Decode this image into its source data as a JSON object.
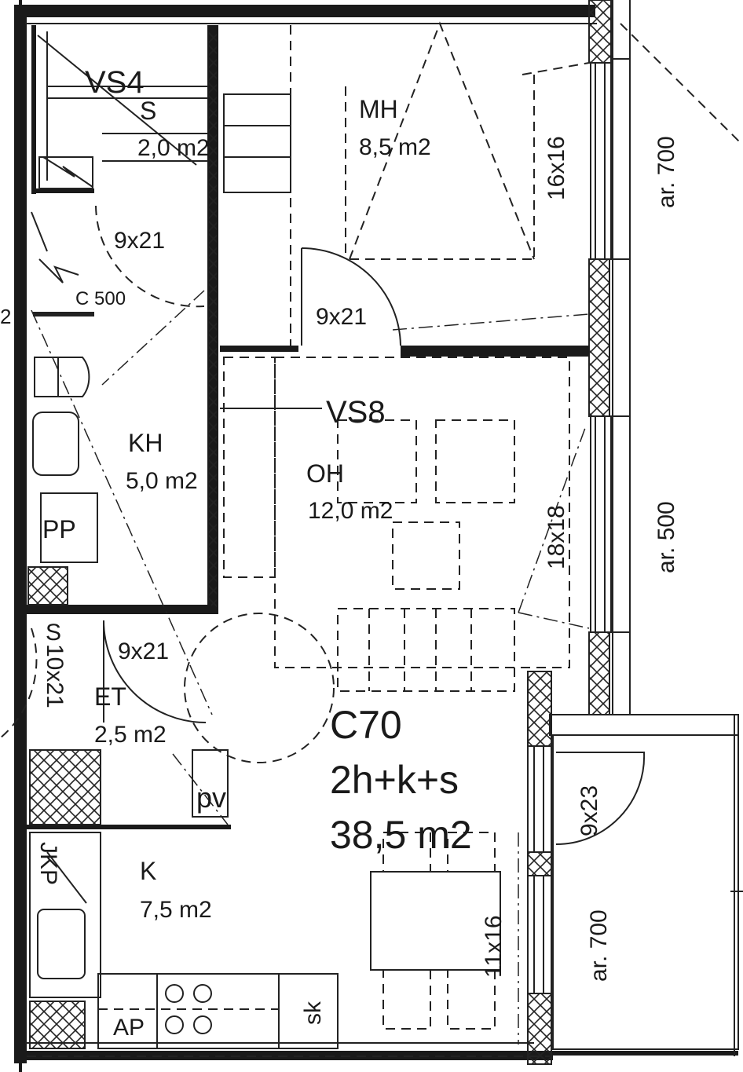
{
  "rooms": {
    "s": {
      "code": "S",
      "area": "2,0 m2"
    },
    "mh": {
      "code": "MH",
      "area": "8,5 m2"
    },
    "kh": {
      "code": "KH",
      "area": "5,0 m2"
    },
    "oh": {
      "code": "OH",
      "area": "12,0 m2"
    },
    "et": {
      "code": "ET",
      "area": "2,5 m2"
    },
    "k": {
      "code": "K",
      "area": "7,5 m2"
    }
  },
  "apartment": {
    "id": "C70",
    "type": "2h+k+s",
    "area": "38,5 m2"
  },
  "tags": {
    "vs4": "VS4",
    "vs8": "VS8",
    "pp": "PP",
    "pv": "pv",
    "jkp": "JKP",
    "ap": "AP",
    "sk": "sk",
    "s_et": "S",
    "c500": "C 500",
    "mark_left": "2"
  },
  "doors": {
    "kh": "9x21",
    "mh": "9x21",
    "et": "9x21",
    "entry": "10x21",
    "balcony": "9x23"
  },
  "windows": {
    "mh": "16x16",
    "oh": "18x18",
    "k": "11x16"
  },
  "facade": {
    "top": "ar. 700",
    "mid": "ar. 500",
    "balcony": "ar. 700"
  }
}
